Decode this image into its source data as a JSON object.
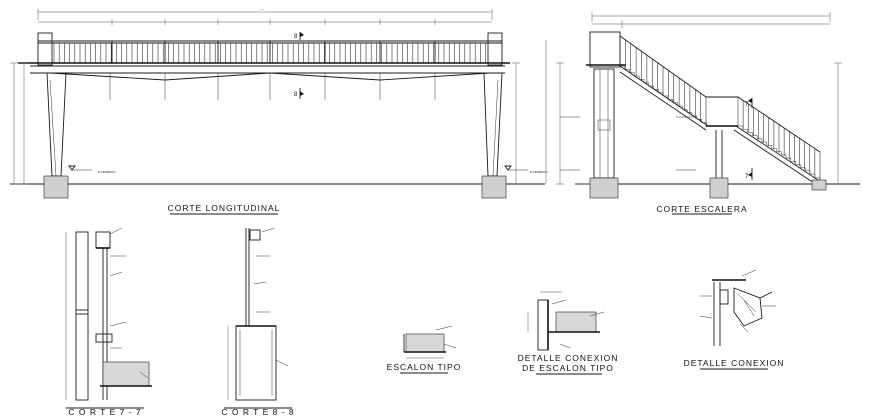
{
  "titles": {
    "corte_longitudinal": "CORTE  LONGITUDINAL",
    "corte_escalera": "CORTE ESCALERA",
    "corte_7_7": "C O R T E  7 - 7",
    "corte_8_8": "C O R T E  8 - 8",
    "escalon_tipo": "ESCALON TIPO",
    "detalle_conexion_escalon_line1": "DETALLE CONEXION",
    "detalle_conexion_escalon_line2": "DE ESCALON TIPO",
    "detalle_conexion": "DETALLE CONEXION"
  },
  "section_marks": {
    "bridge_upper": "8",
    "bridge_lower": "8",
    "stair_upper": "7",
    "stair_lower": "7"
  },
  "labels": {
    "nivel_piso": "N.TERRENO",
    "nivel_piso_right": "N.TERRENO"
  }
}
